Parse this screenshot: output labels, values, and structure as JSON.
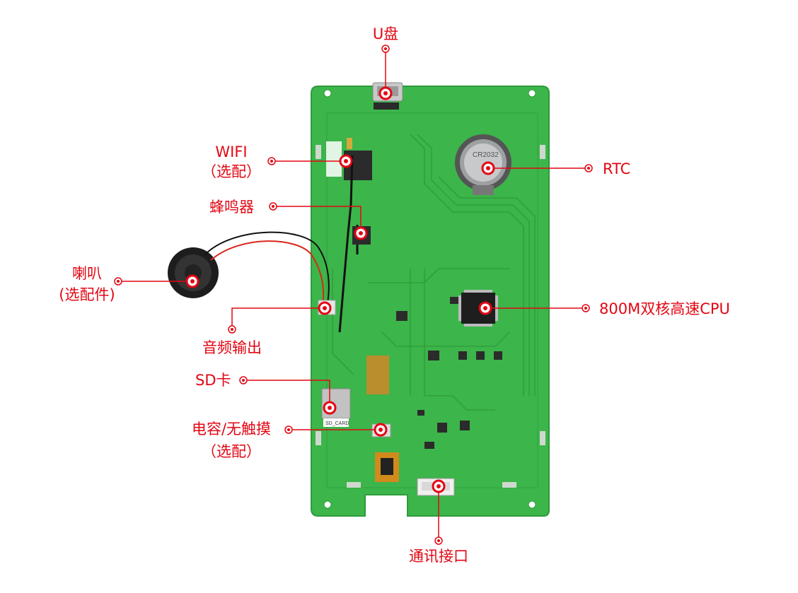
{
  "colors": {
    "accent": "#e30613",
    "pcb": "#3cb54a",
    "pcb_dark": "#2e9b3c",
    "trace": "#2f9e3d",
    "chip": "#222222"
  },
  "labels": {
    "usb": "U盘",
    "wifi_1": "WIFI",
    "wifi_2": "（选配）",
    "buzzer": "蜂鸣器",
    "speaker_1": "喇叭",
    "speaker_2": "(选配件)",
    "audio": "音频输出",
    "sd": "SD卡",
    "touch_1": "电容/无触摸",
    "touch_2": "（选配）",
    "rtc": "RTC",
    "cpu": "800M双核高速CPU",
    "comm": "通讯接口"
  },
  "board_text": {
    "battery": "CR2032",
    "sd_silk": "SD_CARD"
  }
}
